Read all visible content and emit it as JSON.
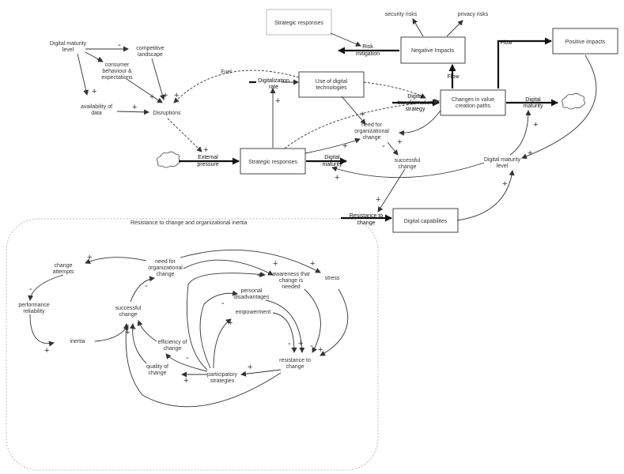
{
  "boxes": {
    "strategic_responses_top": "Strategic responses",
    "negative_impacts": "Negative Impacts",
    "positive_impacts": "Positive impacts",
    "use_digital_tech": [
      "Use of digital",
      "technologies"
    ],
    "changes_value": [
      "Changes in value",
      "creation paths"
    ],
    "strategic_responses": "Strategic responses",
    "digital_capabilities": "Digital capabilites"
  },
  "labels": {
    "security_risks": "security risks",
    "privacy_risks": "privacy risks",
    "risk_mitigation": [
      "Risk",
      "mitigation"
    ],
    "flow_a": "Flow",
    "flow_b": "Flow",
    "fuel": "Fuel",
    "digital_maturity_level_tl": [
      "Digital maturity",
      "level"
    ],
    "competitive_landscape": [
      "competitive",
      "landscape"
    ],
    "consumer_behaviour": [
      "consumer",
      "behaviour &",
      "expectations"
    ],
    "availability_of_data": [
      "availability of",
      "data"
    ],
    "disruptions": "Disruptions",
    "digitalization_rate": [
      "Digitalization",
      "rate"
    ],
    "digital_transformation_strategy": [
      "Digital",
      "transformation",
      "strategy"
    ],
    "need_for_org_change": [
      "need for",
      "organizational",
      "change"
    ],
    "digital_maturity_right": [
      "Digital",
      "maturity"
    ],
    "external_pressure": [
      "External",
      "pressure"
    ],
    "digital_maturity_mid": [
      "Digital",
      "maturity"
    ],
    "successful_change": [
      "successful",
      "change"
    ],
    "digital_maturity_level_r": [
      "Digital maturity",
      "level"
    ],
    "resistance_to_change_top": [
      "Resistance to",
      "change"
    ],
    "group_title": "Resistance to change and organizational inertia",
    "change_attempts": [
      "change",
      "attempts"
    ],
    "need_for_org_change_in": [
      "need for",
      "organizational",
      "change"
    ],
    "awareness": [
      "awareness that",
      "change is",
      "needed"
    ],
    "stress": "stress",
    "performance_reliability": [
      "performance",
      "reliability"
    ],
    "successful_change_in": [
      "successful",
      "change"
    ],
    "personal_disadvantages": [
      "personal",
      "disadvantages"
    ],
    "empowerment": "empowerment",
    "inertia": "inertia",
    "efficiency_of_change": [
      "efficiency of",
      "change"
    ],
    "resistance_to_change_in": [
      "resistance to",
      "change"
    ],
    "quality_of_change": [
      "quality of",
      "change"
    ],
    "participatory_strategies": [
      "participatory",
      "strategies"
    ]
  },
  "polarity": {
    "plus": "+",
    "minus": "-"
  }
}
